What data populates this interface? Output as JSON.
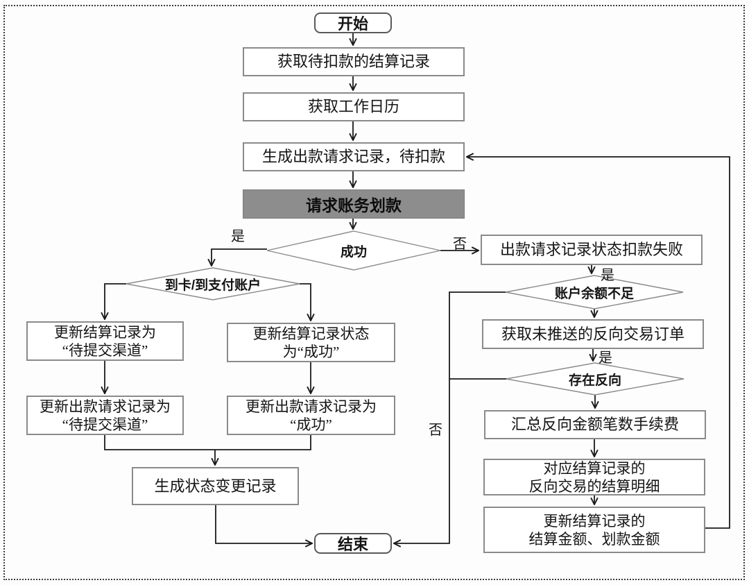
{
  "flowchart": {
    "nodes": {
      "start": {
        "label": "开始"
      },
      "fetch_settlement_records": {
        "label": "获取待扣款的结算记录"
      },
      "fetch_work_calendar": {
        "label": "获取工作日历"
      },
      "generate_payout_request": {
        "label": "生成出款请求记录，待扣款"
      },
      "request_account_transfer": {
        "label": "请求账务划款"
      },
      "decision_success": {
        "label": "成功"
      },
      "decision_destination": {
        "label": "到卡/到支付账户"
      },
      "update_settlement_to_pending_channel": {
        "line1": "更新结算记录为",
        "line2": "“待提交渠道”"
      },
      "update_settlement_status_success": {
        "line1": "更新结算记录状态",
        "line2": "为“成功”"
      },
      "update_payout_request_to_pending_channel": {
        "line1": "更新出款请求记录为",
        "line2": "“待提交渠道”"
      },
      "update_payout_request_success": {
        "line1": "更新出款请求记录为",
        "line2": "“成功”"
      },
      "generate_status_change_record": {
        "label": "生成状态变更记录"
      },
      "end": {
        "label": "结束"
      },
      "payout_request_deduction_failed": {
        "label": "出款请求记录状态扣款失败"
      },
      "decision_insufficient_balance": {
        "label": "账户余额不足"
      },
      "fetch_unpushed_reverse_orders": {
        "label": "获取未推送的反向交易订单"
      },
      "decision_reverse_exists": {
        "label": "存在反向"
      },
      "sum_reverse_amount_count_fee": {
        "label": "汇总反向金额笔数手续费"
      },
      "reverse_settlement_detail": {
        "line1": "对应结算记录的",
        "line2": "反向交易的结算明细"
      },
      "update_settlement_amounts": {
        "line1": "更新结算记录的",
        "line2": "结算金额、划款金额"
      }
    },
    "edge_labels": {
      "success_yes": "是",
      "success_no": "否",
      "balance_yes": "是",
      "reverse_yes": "是",
      "merge_no": "否"
    },
    "colors": {
      "gray_step_fill": "#8d8d8d",
      "box_border": "#8a8a8a",
      "connector": "#1a1a1a"
    }
  }
}
